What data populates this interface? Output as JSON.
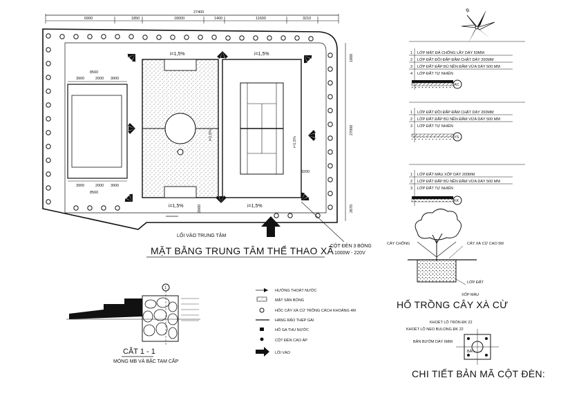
{
  "plan": {
    "title": "MẶT BẰNG TRUNG TÂM THỂ THAO XÃ",
    "entrance_label": "LỐI VÀO TRUNG TÂM",
    "slope_labels": [
      "i=1,5%",
      "i=1,5%",
      "i=1,5%",
      "i=1,5%",
      "i=1,5%",
      "i=1,5%"
    ],
    "top_dims": [
      "27400",
      "6900",
      "1850",
      "18000",
      "1400",
      "11600",
      "3210"
    ],
    "stand_dims": [
      "8560",
      "3900",
      "2000",
      "3900",
      "3900",
      "2000",
      "3900",
      "8560"
    ],
    "right_dims": [
      "1800",
      "27000",
      "3200",
      "2670"
    ],
    "misc_dims": [
      "2660"
    ],
    "light_callout": "CỘT ĐÈN 3 BÓNG",
    "light_spec": "1000W - 220V"
  },
  "layers": {
    "ac": {
      "badge": "AC",
      "rows": [
        {
          "num": "1",
          "text": "LỚP MẶT ĐÁ CHỐNG LẦY DÀY 50MM"
        },
        {
          "num": "2",
          "text": "LỚP ĐẤT ĐỒI ĐẤP ĐẦM CHẶT DÀY 200MM"
        },
        {
          "num": "3",
          "text": "LỚP ĐẤT ĐẮP BÙ NỀN ĐẦM VỪA DÀY 500 MM"
        },
        {
          "num": "4",
          "text": "LỚP ĐẤT TỰ NHIÊN"
        }
      ]
    },
    "ys": {
      "badge": "YS",
      "rows": [
        {
          "num": "1",
          "text": "LỚP ĐẤT ĐỒI ĐẤP ĐẦM CHẶT DÀY 200MM"
        },
        {
          "num": "2",
          "text": "LỚP ĐẤT ĐẮP BÙ NỀN ĐẦM VỪA DÀY 500 MM"
        },
        {
          "num": "3",
          "text": "LỚP ĐẤT TỰ NHIÊN"
        }
      ]
    },
    "kk": {
      "badge": "KK",
      "rows": [
        {
          "num": "1",
          "text": "LỚP ĐẤT MÀU XỐP DÀY 200MM"
        },
        {
          "num": "2",
          "text": "LỚP ĐẤT ĐẮP BÙ NỀN ĐẦM VỪA DÀY 500 MM"
        },
        {
          "num": "3",
          "text": "LỚP ĐẤT TỰ NHIÊN"
        }
      ]
    }
  },
  "tree": {
    "title": "HỐ TRỒNG CÂY XÀ CỪ",
    "stake": "CÂY CHỐNG",
    "tree_label": "CÂY XÀ CỪ CAO 5M",
    "soil": "LỚP ĐẤT",
    "loam": "XỐP MÀU"
  },
  "plate": {
    "title": "CHI TIẾT BẢN MÃ CỘT ĐÈN:",
    "hole": "KHOÉT LỖ TRÒN ĐK 22",
    "bolt": "KHOÉT LỖ NEO BULONG ĐK 22",
    "plate_dim": "BẢN BƯỚM DÀY 6MM",
    "base_plate": "BẢN MÃ"
  },
  "section": {
    "title": "CẮT 1 - 1",
    "subtitle": "MÓNG MB VÀ BẬC TAM CẤP",
    "marker": "1"
  },
  "legend": {
    "items": [
      {
        "icon": "drain-direction",
        "text": "HƯỚNG THOÁT NƯỚC"
      },
      {
        "icon": "sand-yard",
        "text": "MẶT SÂN BÓNG"
      },
      {
        "icon": "tree-pit",
        "text": "HỐC CÂY XÀ CỪ TRỒNG CÁCH KHOẢNG 4M"
      },
      {
        "icon": "barbed-fence",
        "text": "HÀNG RÀO THÉP GAI"
      },
      {
        "icon": "manhole",
        "text": "HỐ GA THU NƯỚC"
      },
      {
        "icon": "light-pole",
        "text": "CỘT ĐÈN CAO ÁP"
      },
      {
        "icon": "entrance-arrow",
        "text": "LỐI VÀO"
      }
    ]
  },
  "north": "B",
  "colors": {
    "ink": "#111111",
    "paper": "#ffffff"
  }
}
